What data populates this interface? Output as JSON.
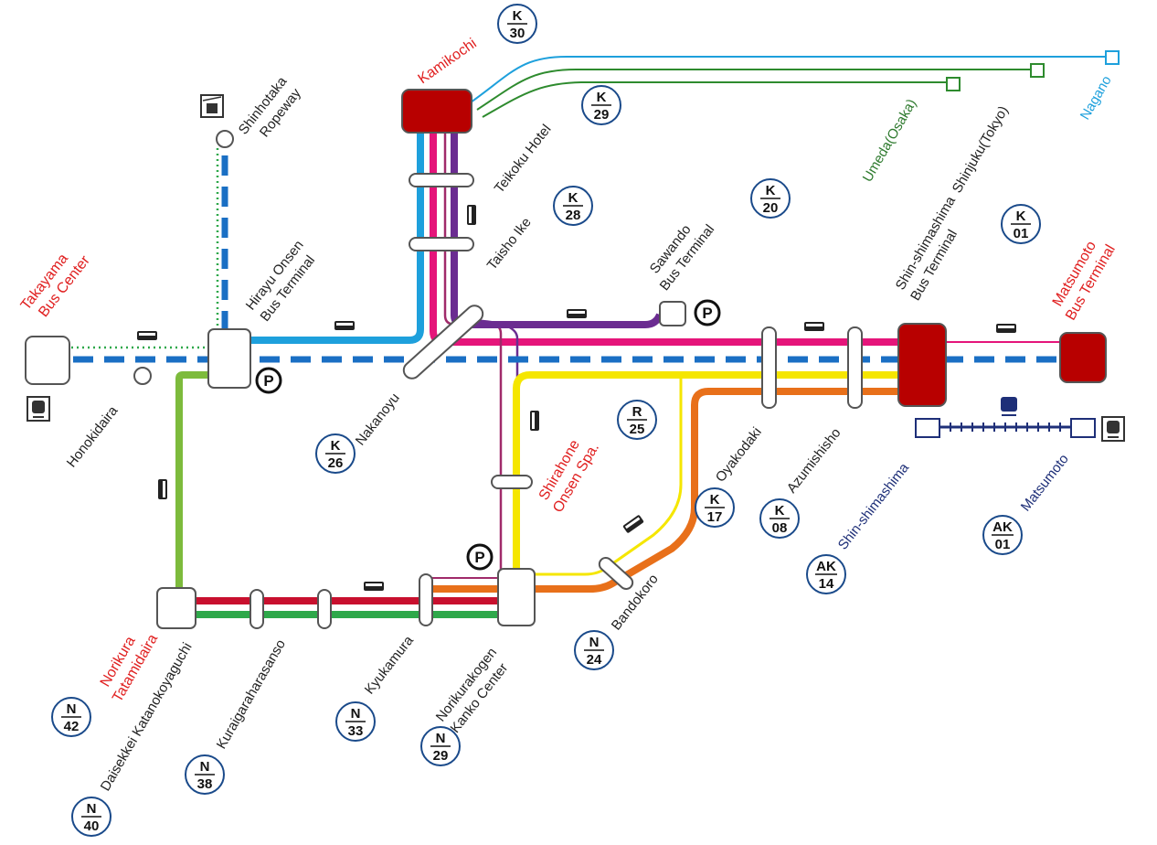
{
  "stops": {
    "kamikochi": {
      "name": "Kamikochi",
      "code_top": "K",
      "code_bottom": "30"
    },
    "teikoku": {
      "name": "Teikoku Hotel",
      "code_top": "K",
      "code_bottom": "29"
    },
    "taisho": {
      "name": "Taisho Ike",
      "code_top": "K",
      "code_bottom": "28"
    },
    "sawando": {
      "line1": "Sawando",
      "line2": "Bus Terminal",
      "code_top": "K",
      "code_bottom": "20"
    },
    "shinshimashima_bt": {
      "line1": "Shin-shimashima",
      "line2": "Bus Terminal",
      "code_top": "K",
      "code_bottom": "01"
    },
    "matsumoto_bt": {
      "line1": "Matsumoto",
      "line2": "Bus Terminal"
    },
    "takayama": {
      "line1": "Takayama",
      "line2": "Bus Center"
    },
    "shinhotaka": {
      "line1": "Shinhotaka",
      "line2": "Ropeway"
    },
    "hirayu": {
      "line1": "Hirayu Onsen",
      "line2": "Bus Terminal"
    },
    "nakanoyu": {
      "name": "Nakanoyu",
      "code_top": "K",
      "code_bottom": "26"
    },
    "honokidaira": {
      "name": "Honokidaira"
    },
    "shirahone": {
      "line1": "Shirahone",
      "line2": "Onsen Spa.",
      "code_top": "R",
      "code_bottom": "25"
    },
    "oyakodaki": {
      "name": "Oyakodaki",
      "code_top": "K",
      "code_bottom": "17"
    },
    "azumishisho": {
      "name": "Azumishisho",
      "code_top": "K",
      "code_bottom": "08"
    },
    "shinshimashima_rail": {
      "name": "Shin-shimashima",
      "code_top": "AK",
      "code_bottom": "14"
    },
    "matsumoto_rail": {
      "name": "Matsumoto",
      "code_top": "AK",
      "code_bottom": "01"
    },
    "bandokoro": {
      "name": "Bandokoro",
      "code_top": "N",
      "code_bottom": "24"
    },
    "norikura_tatamidaira": {
      "line1": "Norikura",
      "line2": "Tatamidaira",
      "code_top": "N",
      "code_bottom": "42"
    },
    "daisekkei": {
      "name": "Daisekkei Katanokoyaguchi",
      "code_top": "N",
      "code_bottom": "40"
    },
    "kuraigahara": {
      "name": "Kuraigaraharasanso",
      "code_top": "N",
      "code_bottom": "38"
    },
    "kyukamura": {
      "name": "Kyukamura",
      "code_top": "N",
      "code_bottom": "33"
    },
    "norikurakogen": {
      "line1": "Norikurakogen",
      "line2": "Kanko Center",
      "code_top": "N",
      "code_bottom": "29"
    }
  },
  "destinations": {
    "umeda": "Umeda(Osaka)",
    "shinjuku": "Shinjuku(Tokyo)",
    "nagano": "Nagano"
  },
  "parking_label": "P",
  "colors": {
    "light_blue": "#1ea0dc",
    "dashed_blue": "#1a6fc4",
    "pink": "#e5157a",
    "purple": "#6b2c91",
    "yellow": "#f5e600",
    "orange": "#e8701a",
    "red": "#c8102e",
    "green": "#2ea84a",
    "light_green": "#7dbb3c",
    "navy": "#1e2f78",
    "terminal_red": "#b80000"
  }
}
